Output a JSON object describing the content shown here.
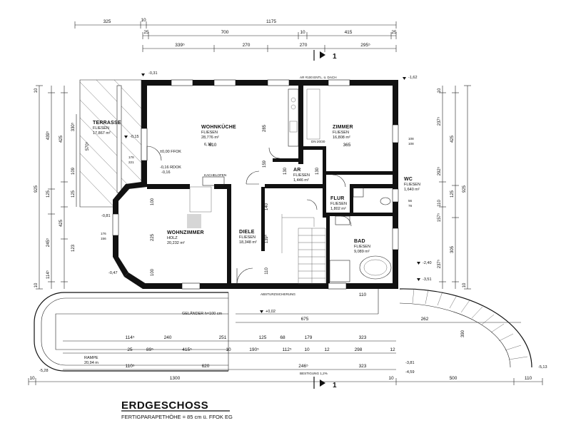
{
  "title": "ERDGESCHOSS",
  "subtitle": "FERTIGPARAPETHÖHE = 85 cm ü. FFOK EG",
  "section_marker": "1",
  "rooms": {
    "terrasse": {
      "name": "TERRASSE",
      "material": "FLIESEN",
      "area": "17,867 m²"
    },
    "wohnkueche": {
      "name": "WOHNKÜCHE",
      "material": "FLIESEN",
      "area": "28,776 m²",
      "height": "6,10"
    },
    "zimmer": {
      "name": "ZIMMER",
      "material": "FLIESEN",
      "area": "16,808 m²"
    },
    "ar": {
      "name": "AR",
      "material": "FLIESEN",
      "area": "1,446 m²"
    },
    "wc": {
      "name": "WC",
      "material": "FLIESEN",
      "area": "1,640 m²"
    },
    "flur": {
      "name": "FLUR",
      "material": "FLIESEN",
      "area": "1,802 m²"
    },
    "wohnzimmer": {
      "name": "WOHNZIMMER",
      "material": "HOLZ",
      "area": "20,232 m²"
    },
    "diele": {
      "name": "DIELE",
      "material": "FLIESEN",
      "area": "18,348 m²"
    },
    "bad": {
      "name": "BAD",
      "material": "FLIESEN",
      "area": "9,089 m²"
    },
    "rampe": {
      "name": "RAMPE",
      "area": "20,94 m"
    }
  },
  "notes": {
    "geländer": "GELÄNDER h=100 cm",
    "kachelofen": "KACHELOFEN",
    "absturzsicherung": "ABSTURZSICHERUNG",
    "ffok": "±0,00 FFOK",
    "rdok": "-0,16 RDOK",
    "ar_entl": "AR #100 ENTL. ü. DACH",
    "dn": "DN 20/30",
    "bestigung": "BESTIGUNG 1,2%"
  },
  "levels": [
    "-0,31",
    "-0,15",
    "-0,16",
    "-0,81",
    "-0,47",
    "+0,02",
    "-1,62",
    "-2,40",
    "-3,51",
    "-3,81",
    "-4,59",
    "-5,13",
    "-5,28"
  ],
  "dims_top": {
    "row1": [
      "325",
      "10",
      "1175"
    ],
    "row2": [
      "25",
      "700",
      "10",
      "415",
      "25"
    ],
    "row3": [
      "339⁵",
      "270",
      "270",
      "295⁵"
    ]
  },
  "dims_bottom": {
    "row1": [
      "10",
      "1300",
      "10",
      "500",
      "110"
    ],
    "row2": [
      "110⁵",
      "620",
      "246⁵",
      "323"
    ],
    "row3": [
      "25",
      "89⁵",
      "415⁵",
      "10",
      "190⁵",
      "112⁵",
      "10",
      "12",
      "298",
      "12"
    ],
    "row4": [
      "114⁵",
      "240",
      "251",
      "125",
      "68",
      "179",
      "323"
    ],
    "row5": [
      "675",
      "262"
    ]
  },
  "dims_left": [
    "10",
    "439⁵",
    "925",
    "425",
    "125",
    "245⁵",
    "425",
    "123",
    "114⁵",
    "10",
    "570⁵",
    "330⁵",
    "109",
    "125"
  ],
  "dims_right": [
    "10",
    "237⁵",
    "425",
    "292⁵",
    "925",
    "125",
    "110",
    "157⁵",
    "305",
    "237⁵",
    "10",
    "390"
  ],
  "inner_dims": [
    "285",
    "365",
    "610",
    "225",
    "100",
    "100",
    "178",
    "221",
    "176",
    "156",
    "108",
    "108",
    "56",
    "78",
    "110",
    "130",
    "130",
    "110",
    "139⁵",
    "140",
    "159"
  ]
}
